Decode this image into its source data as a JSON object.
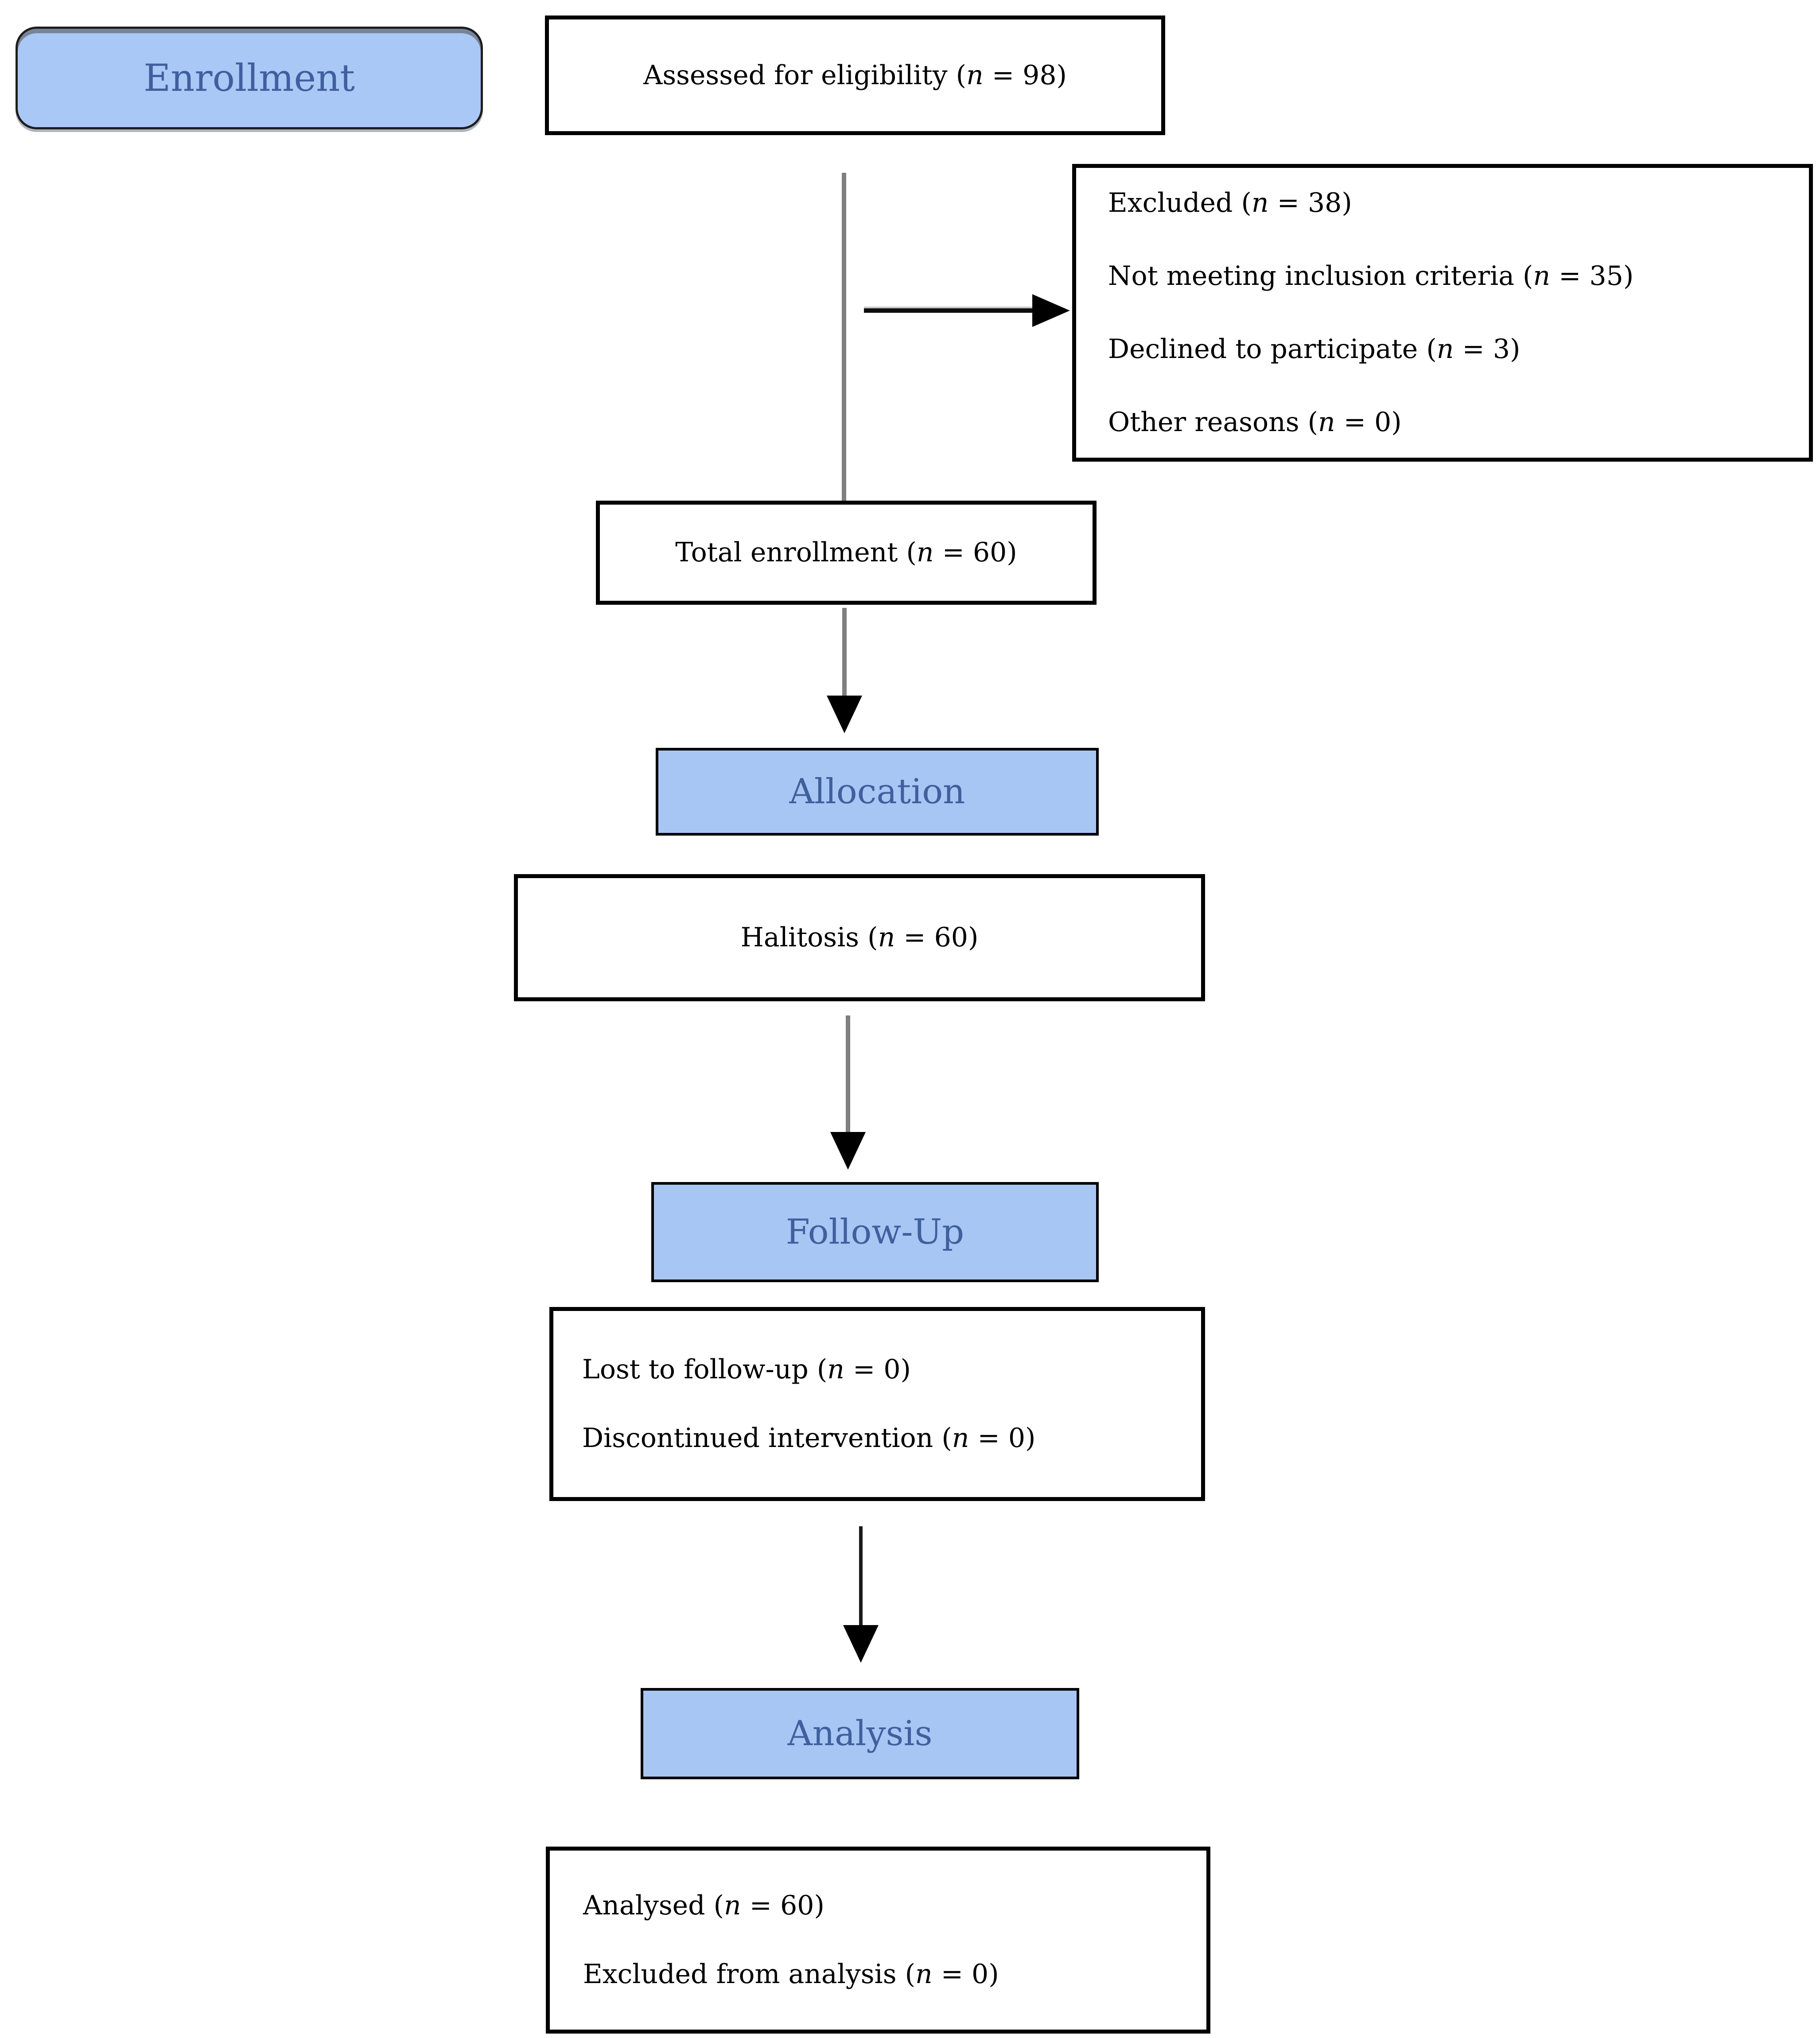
{
  "palette": {
    "stage_fill": "#a8c6f3",
    "stage_text": "#3f5f9e",
    "box_border": "#000000",
    "connector_gray": "#7f7f7f",
    "text_black": "#000000"
  },
  "flow": {
    "enrollment_label": "Enrollment",
    "assessed": "Assessed for eligibility (n = 98)",
    "excluded_lines": [
      "Excluded (n = 38)",
      "Not meeting inclusion criteria (n = 35)",
      "Declined to participate (n = 3)",
      "Other reasons (n = 0)"
    ],
    "total_enrollment": "Total enrollment (n = 60)",
    "allocation_label": "Allocation",
    "halitosis": "Halitosis (n = 60)",
    "followup_label": "Follow-Up",
    "followup_lines": [
      "Lost to follow-up (n = 0)",
      "Discontinued intervention (n = 0)"
    ],
    "analysis_label": "Analysis",
    "analysis_lines": [
      "Analysed (n = 60)",
      "Excluded from analysis (n = 0)"
    ]
  }
}
